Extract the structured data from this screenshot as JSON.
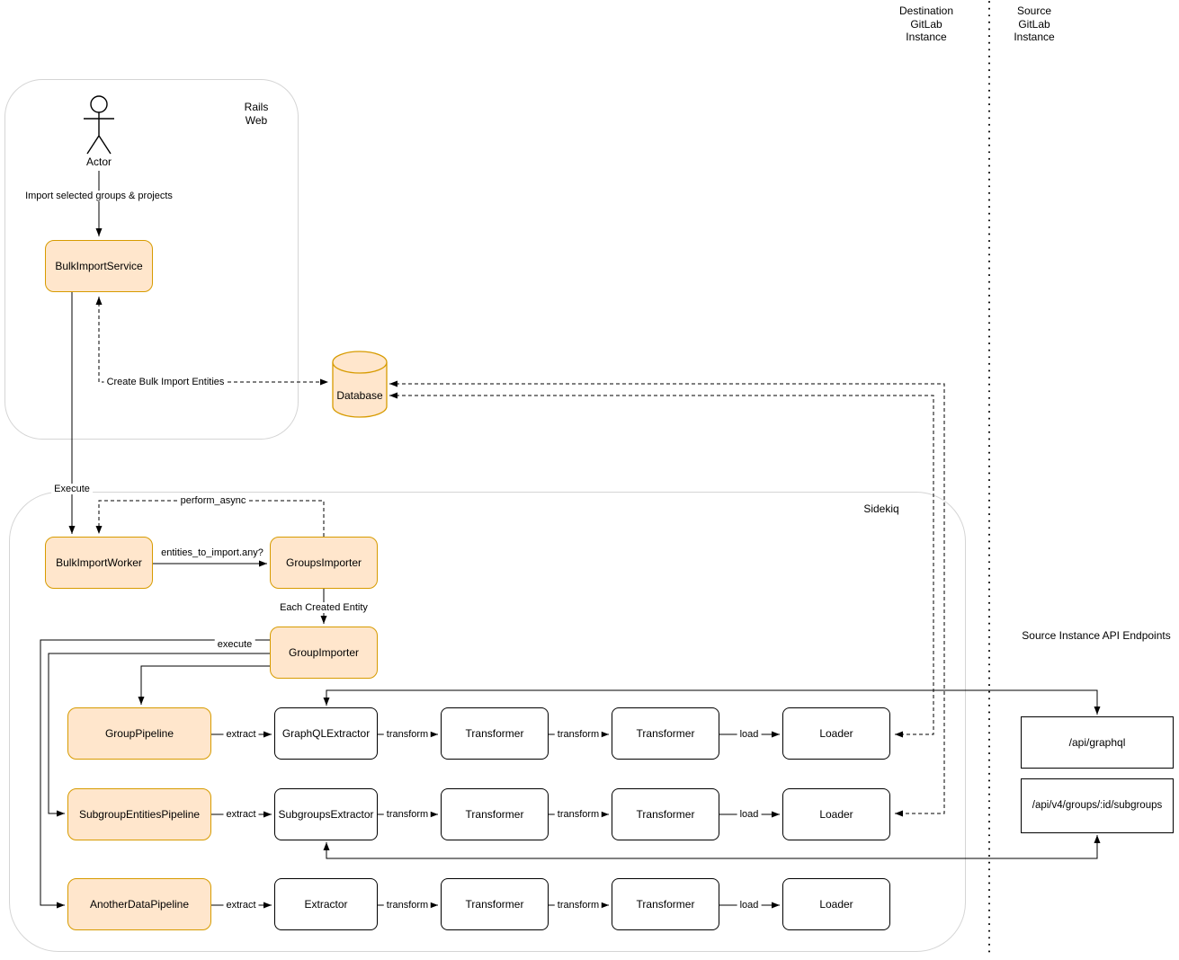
{
  "regions": {
    "destination_gitlab": "Destination\nGitLab\nInstance",
    "source_gitlab": "Source\nGitLab\nInstance",
    "rails_web": "Rails\nWeb",
    "sidekiq": "Sidekiq",
    "api_endpoints_title": "Source Instance API Endpoints"
  },
  "actor": {
    "label": "Actor"
  },
  "nodes": {
    "bulk_import_service": "BulkImportService",
    "bulk_import_worker": "BulkImportWorker",
    "groups_importer": "GroupsImporter",
    "group_importer": "GroupImporter",
    "group_pipeline": "GroupPipeline",
    "subgroup_entities_pipeline": "SubgroupEntitiesPipeline",
    "another_data_pipeline": "AnotherDataPipeline",
    "graphql_extractor": "GraphQLExtractor",
    "subgroups_extractor": "SubgroupsExtractor",
    "extractor": "Extractor",
    "transformer": "Transformer",
    "loader": "Loader",
    "database": "Database"
  },
  "endpoints": {
    "graphql": "/api/graphql",
    "subgroups": "/api/v4/groups/:id/subgroups"
  },
  "edge_labels": {
    "import_selected": "Import selected groups & projects",
    "create_bulk_import_entities": "Create Bulk Import Entities",
    "execute_service": "Execute",
    "perform_async": "perform_async",
    "entities_to_import": "entities_to_import.any?",
    "each_created_entity": "Each Created Entity",
    "execute": "execute",
    "extract": "extract",
    "transform": "transform",
    "load": "load"
  },
  "colors": {
    "highlight_fill": "#FFE6CC",
    "highlight_stroke": "#D79B00",
    "plain_stroke": "#000000",
    "container_stroke": "#D5D5D5"
  }
}
